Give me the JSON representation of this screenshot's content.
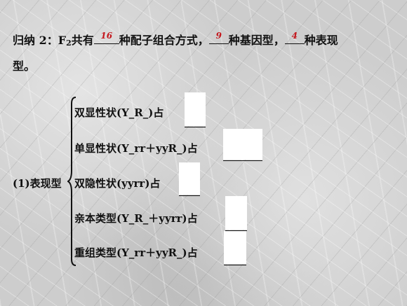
{
  "summary": {
    "prefix": "归纳 2：F",
    "sub2": "2",
    "part1": "共有",
    "ans1": "16",
    "part2": "种配子组合方式，",
    "ans2": "9",
    "part3": "种基因型，",
    "ans3": "4",
    "part4": "种表现",
    "part5": "型。"
  },
  "phenotype": {
    "label": "(1)表现型",
    "rows": [
      "双显性状(Y_R_)占",
      "单显性状(Y_rr＋yyR_)占",
      "双隐性状(yyrr)占",
      "亲本类型(Y_R_＋yyrr)占",
      "重组类型(Y_rr＋yyR_)占"
    ]
  }
}
